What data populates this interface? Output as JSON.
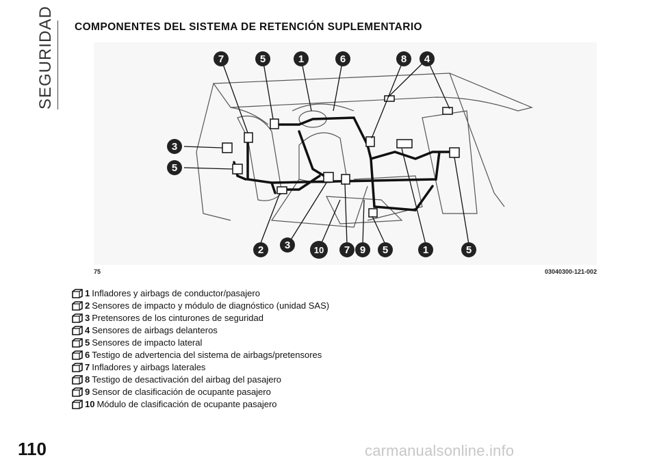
{
  "section_tab": "SEGURIDAD",
  "title": "COMPONENTES DEL SISTEMA DE RETENCIÓN SUPLEMENTARIO",
  "figure": {
    "ref": "75",
    "code": "03040300-121-002",
    "callouts_top": [
      "7",
      "5",
      "1",
      "6",
      "8",
      "4"
    ],
    "callouts_left": [
      "3",
      "5"
    ],
    "callouts_bottom": [
      "2",
      "3",
      "10",
      "7",
      "9",
      "5",
      "1",
      "5"
    ],
    "callout_color": "#222222",
    "callout_text_color": "#ffffff"
  },
  "legend": [
    {
      "num": "1",
      "text": "Infladores y airbags de conductor/pasajero"
    },
    {
      "num": "2",
      "text": "Sensores de impacto y módulo de diagnóstico (unidad SAS)"
    },
    {
      "num": "3",
      "text": "Pretensores de los cinturones de seguridad"
    },
    {
      "num": "4",
      "text": "Sensores de airbags delanteros"
    },
    {
      "num": "5",
      "text": "Sensores de impacto lateral"
    },
    {
      "num": "6",
      "text": "Testigo de advertencia del sistema de airbags/pretensores"
    },
    {
      "num": "7",
      "text": "Infladores y airbags laterales"
    },
    {
      "num": "8",
      "text": "Testigo de desactivación del airbag del pasajero"
    },
    {
      "num": "9",
      "text": "Sensor de clasificación de ocupante pasajero"
    },
    {
      "num": "10",
      "text": "Módulo de clasificación de ocupante pasajero"
    }
  ],
  "bullet_icon": "bullet-icon",
  "page_number": "110",
  "watermark": "carmanualsonline.info"
}
